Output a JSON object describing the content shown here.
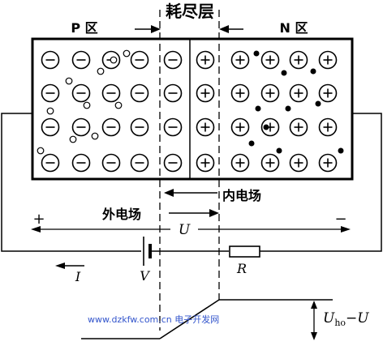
{
  "labels": {
    "depletion_layer": "耗尽层",
    "p_region": "P 区",
    "n_region": "N 区",
    "built_in_field": "内电场",
    "external_field": "外电场",
    "plus_sign": "+",
    "minus_sign": "−",
    "voltage_u": "U",
    "current_i": "I",
    "battery_v": "V",
    "resistor_r": "R",
    "barrier_label": "U",
    "barrier_sub": "ho",
    "barrier_suffix": "−U"
  },
  "watermark": "www.dzkfw.com.cn 电子开发网",
  "colors": {
    "ink": "#000000",
    "background": "#ffffff",
    "watermark": "#3355cc"
  }
}
